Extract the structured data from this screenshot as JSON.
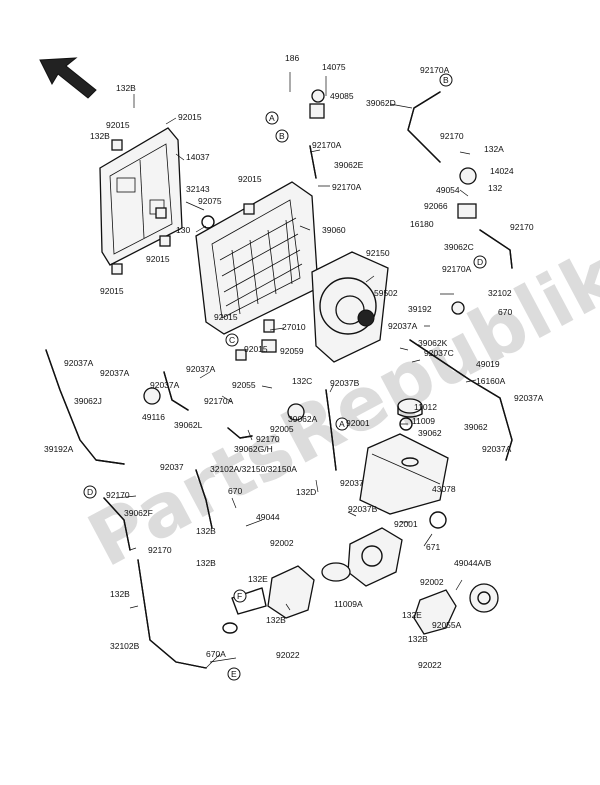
{
  "watermark": "PartsRepublik",
  "ref_letters": [
    "A",
    "B",
    "C",
    "D",
    "E",
    "F"
  ],
  "labels": {
    "l186": "186",
    "l14075": "14075",
    "l92170A_top": "92170A",
    "l132B_a": "132B",
    "l49085": "49085",
    "l39062D": "39062D",
    "l92015_a": "92015",
    "l132B_b": "132B",
    "l14037": "14037",
    "l92170A_b": "92170A",
    "l92170_a": "92170",
    "l132A": "132A",
    "l39062E": "39062E",
    "l14024": "14024",
    "l92170A_c": "92170A",
    "l49054": "49054",
    "l132": "132",
    "l92015_b": "92015",
    "l32143": "32143",
    "l92075": "92075",
    "l92066": "92066",
    "l16180": "16180",
    "l130": "130",
    "l39060": "39060",
    "l92170_b": "92170",
    "l39062C": "39062C",
    "l92015_c": "92015",
    "l92150": "92150",
    "l92170A_d": "92170A",
    "l92015_d": "92015",
    "l59502": "59502",
    "l39192": "39192",
    "l32102": "32102",
    "l670_a": "670",
    "l27010": "27010",
    "l92037A_a": "92037A",
    "l39062K": "39062K",
    "l92015_e": "92015",
    "l92059": "92059",
    "l92037C": "92037C",
    "l92037A_b": "92037A",
    "l92037A_c": "92037A",
    "l92037A_d": "92037A",
    "l132C": "132C",
    "l49019": "49019",
    "l92037A_e": "92037A",
    "l92055": "92055",
    "l92037B": "92037B",
    "l16160A": "16160A",
    "l39062J": "39062J",
    "l92170A_e": "92170A",
    "l39062A": "39062A",
    "l92037A_f": "92037A",
    "l49116": "49116",
    "l39062L": "39062L",
    "l92170_c": "92170",
    "l92005": "92005",
    "l92001_a": "92001",
    "l11012": "11012",
    "l11009": "11009",
    "l39062_a": "39062",
    "l39062": "39062",
    "l39062G": "39062G/H",
    "l39192A": "39192A",
    "l92037": "92037",
    "l32102A": "32102A/32150/32150A",
    "l92037A_g": "92037A",
    "l670_b": "670",
    "l92170_d": "92170",
    "l132D": "132D",
    "l92037_b": "92037",
    "l43078": "43078",
    "l39062F": "39062F",
    "l49044": "49044",
    "l92037B_b": "92037B",
    "l92001_b": "92001",
    "l132B_c": "132B",
    "l92002_a": "92002",
    "l671": "671",
    "l92170_e": "92170",
    "l132E": "132E",
    "l49044AB": "49044A/B",
    "l132B_d": "132B",
    "l11009A": "11009A",
    "l92002_b": "92002",
    "l132E_b": "132E",
    "l92055A": "92055A",
    "l132B_e": "132B",
    "l92022_a": "92022",
    "l32102B": "32102B",
    "l670A": "670A",
    "l132B_f": "132B",
    "l92022_b": "92022"
  }
}
